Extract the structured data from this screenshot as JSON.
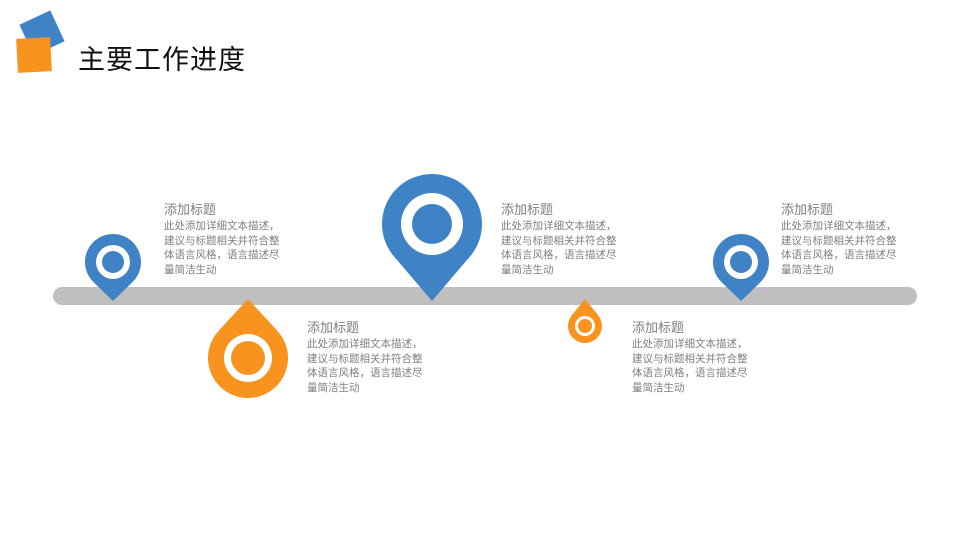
{
  "title": "主要工作进度",
  "colors": {
    "blue": "#3f83c6",
    "orange": "#f7931e",
    "track": "#bfbfbf"
  },
  "items": [
    {
      "title": "添加标题",
      "desc": "此处添加详细文本描述，\n建议与标题相关并符合整\n体语言风格，语言描述尽\n量简洁生动"
    },
    {
      "title": "添加标题",
      "desc": "此处添加详细文本描述，\n建议与标题相关并符合整\n体语言风格，语言描述尽\n量简洁生动"
    },
    {
      "title": "添加标题",
      "desc": "此处添加详细文本描述，\n建议与标题相关并符合整\n体语言风格，语言描述尽\n量简洁生动"
    },
    {
      "title": "添加标题",
      "desc": "此处添加详细文本描述，\n建议与标题相关并符合整\n体语言风格，语言描述尽\n量简洁生动"
    },
    {
      "title": "添加标题",
      "desc": "此处添加详细文本描述，\n建议与标题相关并符合整\n体语言风格，语言描述尽\n量简洁生动"
    }
  ]
}
